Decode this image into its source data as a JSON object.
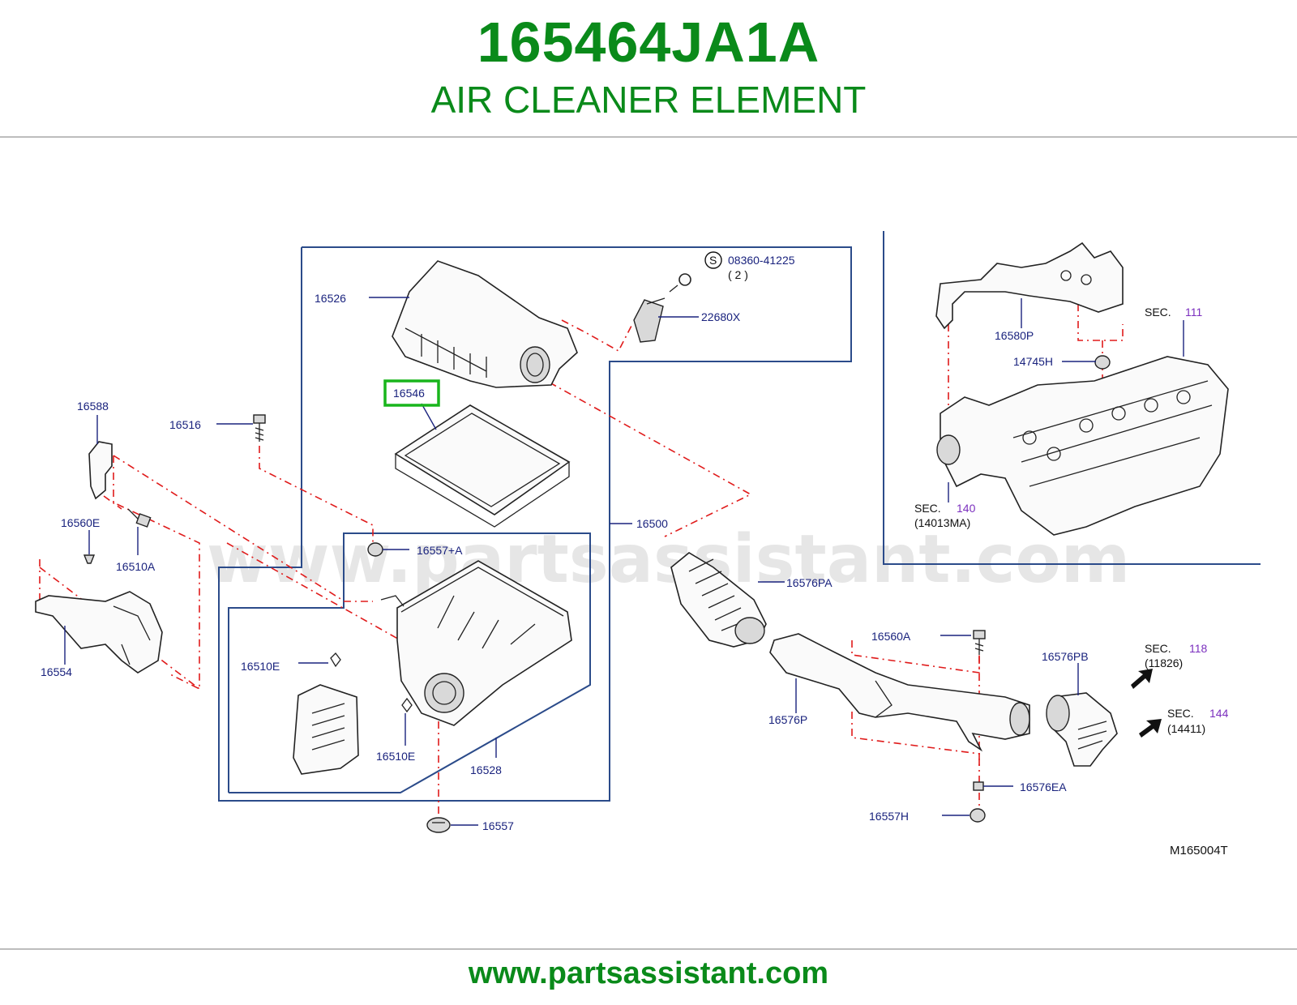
{
  "header": {
    "part_number": "165464JA1A",
    "part_name": "AIR CLEANER ELEMENT"
  },
  "diagram": {
    "code": "M165004T",
    "watermark": "www.partsassistant.com",
    "highlight_color": "#19b51c",
    "callouts": {
      "c16526": "16526",
      "c16546": "16546",
      "c08360": "08360-41225",
      "c08360_qty": "( 2 )",
      "c08360_s": "S",
      "c22680x": "22680X",
      "c16588": "16588",
      "c16516": "16516",
      "c16560e": "16560E",
      "c16510a": "16510A",
      "c16554": "16554",
      "c16557a": "16557+A",
      "c16500": "16500",
      "c16510e_1": "16510E",
      "c16510e_2": "16510E",
      "c16528": "16528",
      "c16557": "16557",
      "c16576pa": "16576PA",
      "c16560a": "16560A",
      "c16576pb": "16576PB",
      "c16576p": "16576P",
      "c16576ea": "16576EA",
      "c16557h": "16557H",
      "c16580p": "16580P",
      "c14745h": "14745H"
    },
    "sections": {
      "s111_label": "SEC.",
      "s111_num": "111",
      "s140_label": "SEC.",
      "s140_num": "140",
      "s140_ref": "(14013MA)",
      "s118_label": "SEC.",
      "s118_num": "118",
      "s118_ref": "(11826)",
      "s144_label": "SEC.",
      "s144_num": "144",
      "s144_ref": "(14411)"
    }
  },
  "footer": {
    "url": "www.partsassistant.com"
  }
}
